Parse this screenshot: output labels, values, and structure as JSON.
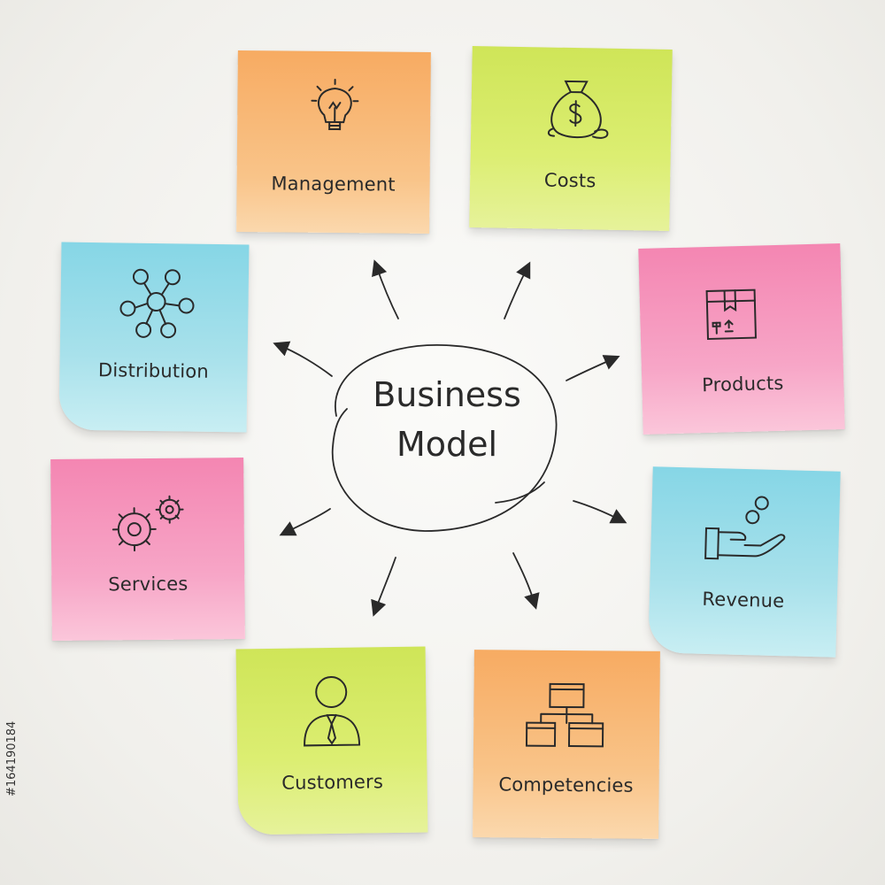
{
  "center": {
    "line1": "Business",
    "line2": "Model"
  },
  "notes": {
    "management": {
      "label": "Management",
      "icon": "lightbulb-icon",
      "color": "#f8b26a"
    },
    "costs": {
      "label": "Costs",
      "icon": "money-bag-icon",
      "color": "#d9eb61"
    },
    "products": {
      "label": "Products",
      "icon": "box-icon",
      "color": "#f58fb6"
    },
    "revenue": {
      "label": "Revenue",
      "icon": "hand-coins-icon",
      "color": "#8fd8e6"
    },
    "competencies": {
      "label": "Competencies",
      "icon": "hierarchy-icon",
      "color": "#f8b26a"
    },
    "customers": {
      "label": "Customers",
      "icon": "person-icon",
      "color": "#d9eb61"
    },
    "services": {
      "label": "Services",
      "icon": "gears-icon",
      "color": "#f58fb6"
    },
    "distribution": {
      "label": "Distribution",
      "icon": "network-icon",
      "color": "#8fd8e6"
    }
  },
  "watermark": "#164190184"
}
